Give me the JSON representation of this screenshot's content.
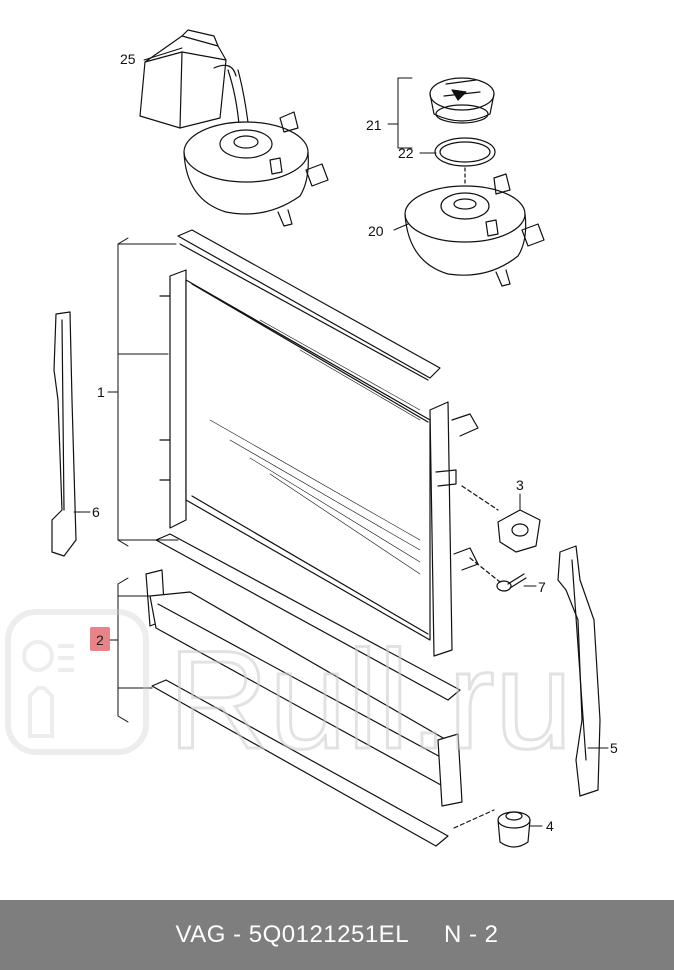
{
  "callouts": {
    "c1": "1",
    "c2": "2",
    "c3": "3",
    "c4": "4",
    "c5": "5",
    "c6": "6",
    "c7": "7",
    "c20": "20",
    "c21": "21",
    "c22": "22",
    "c25": "25"
  },
  "watermark": {
    "text": "Rull.ru",
    "color": "#cccccc"
  },
  "highlight_color": "#e8757a",
  "footer": {
    "text": "VAG - 5Q0121251EL     N - 2",
    "background": "#7e7e7e"
  }
}
